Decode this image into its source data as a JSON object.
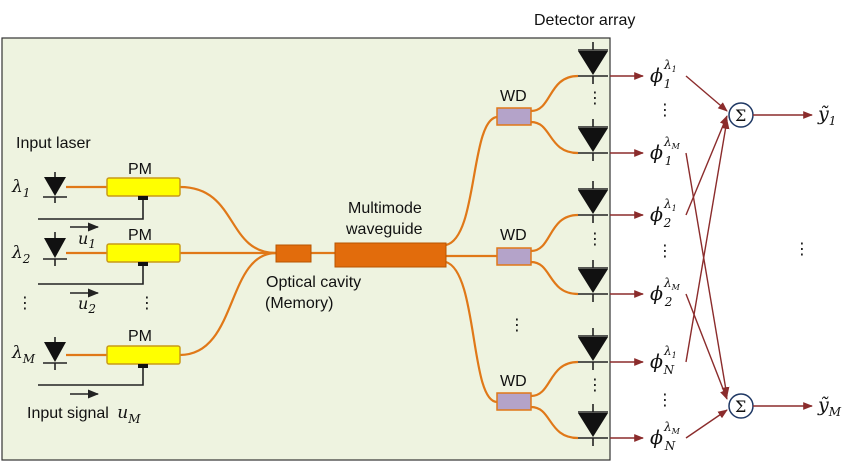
{
  "labels": {
    "detector_array": "Detector array",
    "input_laser": "Input laser",
    "pm": "PM",
    "multimode": "Multimode",
    "waveguide": "waveguide",
    "optical_cavity": "Optical cavity",
    "memory": "(Memory)",
    "wd": "WD",
    "input_signal": "Input signal",
    "dots": "⋮",
    "sum": "Σ"
  },
  "lasers": [
    {
      "base": "λ",
      "sub": "1"
    },
    {
      "base": "λ",
      "sub": "2"
    },
    {
      "base": "λ",
      "sub": "M"
    }
  ],
  "signals": [
    {
      "base": "u",
      "sub": "1"
    },
    {
      "base": "u",
      "sub": "2"
    },
    {
      "base": "u",
      "sub": "M"
    }
  ],
  "phis": [
    {
      "base": "ϕ",
      "sub": "1",
      "sup_base": "λ",
      "sup_sub": "1"
    },
    {
      "base": "ϕ",
      "sub": "1",
      "sup_base": "λ",
      "sup_sub": "M"
    },
    {
      "base": "ϕ",
      "sub": "2",
      "sup_base": "λ",
      "sup_sub": "1"
    },
    {
      "base": "ϕ",
      "sub": "2",
      "sup_base": "λ",
      "sup_sub": "M"
    },
    {
      "base": "ϕ",
      "sub": "N",
      "sup_base": "λ",
      "sup_sub": "1"
    },
    {
      "base": "ϕ",
      "sub": "N",
      "sup_base": "λ",
      "sup_sub": "M"
    }
  ],
  "outputs": [
    {
      "base": "ỹ",
      "sub": "1"
    },
    {
      "base": "ỹ",
      "sub": "M"
    }
  ],
  "colors": {
    "panel_fill": "#eef3e0",
    "fiber": "#e07818",
    "pm_fill": "#ffff00",
    "pm_stroke": "#c99a18",
    "wd_fill": "#b4a3c9",
    "cavity": "#e26c0c",
    "arrow": "#8b2c2c",
    "sum_stroke": "#1f3864"
  }
}
